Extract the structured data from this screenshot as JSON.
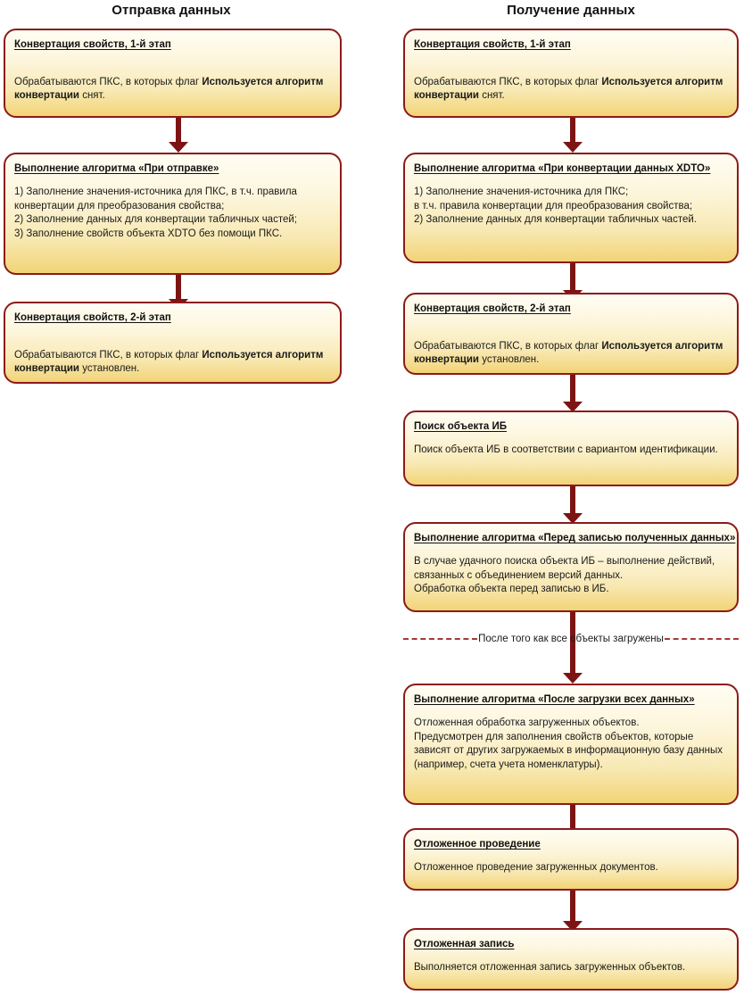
{
  "columns": {
    "send": {
      "title": "Отправка данных"
    },
    "receive": {
      "title": "Получение данных"
    }
  },
  "separator": {
    "label": "После того как все объекты загружены"
  },
  "flow_send": [
    {
      "id": "send-step-1",
      "title": "Конвертация свойств, 1-й этап",
      "body_pre": "Обрабатываются ПКС, в которых флаг ",
      "body_bold": "Используется алгоритм конвертации",
      "body_post": " снят."
    },
    {
      "id": "send-step-2",
      "title": "Выполнение алгоритма «При отправке»",
      "body": "1) Заполнение значения-источника для ПКС, в т.ч. правила конвертации для преобразования свойства;\n2) Заполнение данных для конвертации табличных частей;\n3) Заполнение свойств объекта XDTO без помощи ПКС."
    },
    {
      "id": "send-step-3",
      "title": "Конвертация свойств, 2-й этап",
      "body_pre": "Обрабатываются ПКС, в которых флаг ",
      "body_bold": "Используется алгоритм конвертации",
      "body_post": " установлен."
    }
  ],
  "flow_receive": [
    {
      "id": "recv-step-1",
      "title": "Конвертация свойств, 1-й этап",
      "body_pre": "Обрабатываются ПКС, в которых флаг ",
      "body_bold": "Используется алгоритм конвертации",
      "body_post": " снят."
    },
    {
      "id": "recv-step-2",
      "title": "Выполнение алгоритма «При конвертации данных XDTO»",
      "body": "1) Заполнение значения-источника для ПКС;\nв т.ч. правила конвертации для преобразования свойства;\n2) Заполнение данных для конвертации табличных частей."
    },
    {
      "id": "recv-step-3",
      "title": "Конвертация свойств, 2-й этап",
      "body_pre": "Обрабатываются ПКС, в которых флаг ",
      "body_bold": "Используется алгоритм конвертации",
      "body_post": " установлен."
    },
    {
      "id": "recv-step-4",
      "title": "Поиск объекта ИБ",
      "body": "Поиск объекта ИБ в соответствии с вариантом идентификации."
    },
    {
      "id": "recv-step-5",
      "title": "Выполнение алгоритма «Перед записью полученных данных»",
      "body": "В случае удачного поиска объекта ИБ – выполнение действий, связанных с объединением версий данных.\nОбработка объекта перед записью в ИБ."
    },
    {
      "id": "recv-step-6",
      "title": "Выполнение алгоритма «После загрузки всех данных»",
      "body": "Отложенная обработка загруженных объектов.\nПредусмотрен для заполнения свойств объектов, которые зависят от других загружаемых в информационную базу данных (например, счета учета номенклатуры)."
    },
    {
      "id": "recv-step-7",
      "title": "Отложенное проведение",
      "body": "Отложенное проведение загруженных документов."
    },
    {
      "id": "recv-step-8",
      "title": "Отложенная запись",
      "body": "Выполняется отложенная запись загруженных объектов."
    }
  ],
  "colors": {
    "border": "#8c1a1a",
    "arrow": "#7d1414",
    "fill_top": "#fffdf4",
    "fill_bottom": "#f2d477",
    "dash": "#a63a3a"
  }
}
